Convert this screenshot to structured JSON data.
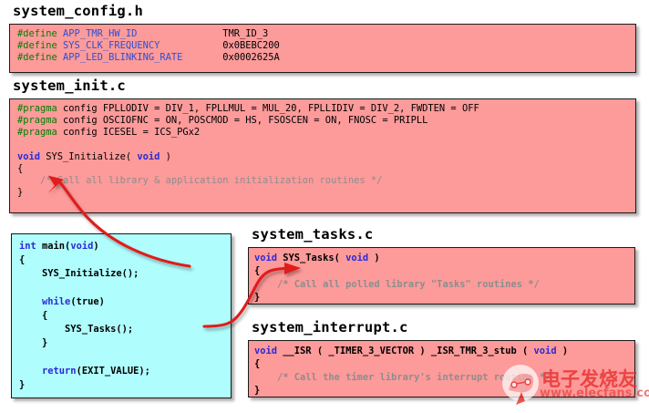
{
  "colors": {
    "pink_block": "#fd9a9a",
    "cyan_block": "#b0fdfd",
    "arrow_red": "#e01b1b",
    "preprocessor_green": "#007f00",
    "identifier_blue": "#2a4fd6",
    "comment_grey": "#8d8d8d",
    "background": "#ffffff"
  },
  "blocks": [
    {
      "id": "system-config-h",
      "heading": "system_config.h",
      "lines": [
        [
          {
            "t": "#define ",
            "c": "pre"
          },
          {
            "t": "APP_TMR_HW_ID",
            "c": "id"
          },
          {
            "t": "               TMR_ID_3",
            "c": "txt"
          }
        ],
        [
          {
            "t": "#define ",
            "c": "pre"
          },
          {
            "t": "SYS_CLK_FREQUENCY",
            "c": "id"
          },
          {
            "t": "           0x0BEBC200",
            "c": "txt"
          }
        ],
        [
          {
            "t": "#define ",
            "c": "pre"
          },
          {
            "t": "APP_LED_BLINKING_RATE",
            "c": "id"
          },
          {
            "t": "       0x0002625A",
            "c": "txt"
          }
        ]
      ]
    },
    {
      "id": "system-init-c",
      "heading": "system_init.c",
      "lines": [
        [
          {
            "t": "#pragma ",
            "c": "pre"
          },
          {
            "t": "config FPLLODIV = DIV_1, FPLLMUL = MUL_20, FPLLIDIV = DIV_2, FWDTEN = OFF",
            "c": "txt"
          }
        ],
        [
          {
            "t": "#pragma ",
            "c": "pre"
          },
          {
            "t": "config OSCIOFNC = ON, POSCMOD = HS, FSOSCEN = ON, FNOSC = PRIPLL",
            "c": "txt"
          }
        ],
        [
          {
            "t": "#pragma ",
            "c": "pre"
          },
          {
            "t": "config ICESEL = ICS_PGx2",
            "c": "txt"
          }
        ],
        [
          {
            "t": "",
            "c": "txt"
          }
        ],
        [
          {
            "t": "void ",
            "c": "kw"
          },
          {
            "t": "SYS_Initialize( ",
            "c": "txt"
          },
          {
            "t": "void",
            "c": "kw"
          },
          {
            "t": " )",
            "c": "txt"
          }
        ],
        [
          {
            "t": "{",
            "c": "txt"
          }
        ],
        [
          {
            "t": "    /* Call all library & application initialization routines */",
            "c": "cmt"
          }
        ],
        [
          {
            "t": "}",
            "c": "txt"
          }
        ]
      ]
    },
    {
      "id": "main-c",
      "heading": "",
      "lines": [
        [
          {
            "t": "int ",
            "c": "kw"
          },
          {
            "t": "main(",
            "c": "txt"
          },
          {
            "t": "void",
            "c": "kw"
          },
          {
            "t": ")",
            "c": "txt"
          }
        ],
        [
          {
            "t": "{",
            "c": "txt"
          }
        ],
        [
          {
            "t": "    SYS_Initialize();",
            "c": "txt"
          }
        ],
        [
          {
            "t": "",
            "c": "txt"
          }
        ],
        [
          {
            "t": "    ",
            "c": "txt"
          },
          {
            "t": "while",
            "c": "kw"
          },
          {
            "t": "(true)",
            "c": "txt"
          }
        ],
        [
          {
            "t": "    {",
            "c": "txt"
          }
        ],
        [
          {
            "t": "        SYS_Tasks();",
            "c": "txt"
          }
        ],
        [
          {
            "t": "    }",
            "c": "txt"
          }
        ],
        [
          {
            "t": "",
            "c": "txt"
          }
        ],
        [
          {
            "t": "    ",
            "c": "txt"
          },
          {
            "t": "return",
            "c": "kw"
          },
          {
            "t": "(EXIT_VALUE);",
            "c": "txt"
          }
        ],
        [
          {
            "t": "}",
            "c": "txt"
          }
        ]
      ]
    },
    {
      "id": "system-tasks-c",
      "heading": "system_tasks.c",
      "lines": [
        [
          {
            "t": "void ",
            "c": "kw"
          },
          {
            "t": "SYS_Tasks( ",
            "c": "txt"
          },
          {
            "t": "void",
            "c": "kw"
          },
          {
            "t": " )",
            "c": "txt"
          }
        ],
        [
          {
            "t": "{",
            "c": "txt"
          }
        ],
        [
          {
            "t": "    /* Call all polled library \"Tasks\" routines */",
            "c": "cmt"
          }
        ],
        [
          {
            "t": "}",
            "c": "txt"
          }
        ]
      ]
    },
    {
      "id": "system-interrupt-c",
      "heading": "system_interrupt.c",
      "lines": [
        [
          {
            "t": "void ",
            "c": "kw"
          },
          {
            "t": "__ISR ( _TIMER_3_VECTOR ) _ISR_TMR_3_stub ( ",
            "c": "txt"
          },
          {
            "t": "void",
            "c": "kw"
          },
          {
            "t": " )",
            "c": "txt"
          }
        ],
        [
          {
            "t": "{",
            "c": "txt"
          }
        ],
        [
          {
            "t": "    /* Call the timer library's interrupt routine */",
            "c": "cmt"
          }
        ],
        [
          {
            "t": "}",
            "c": "txt"
          }
        ]
      ]
    }
  ],
  "arrows": [
    {
      "name": "initialize-call-arrow",
      "from": "main.SYS_Initialize()",
      "to": "system_init.c SYS_Initialize body"
    },
    {
      "name": "tasks-call-arrow",
      "from": "main.SYS_Tasks()",
      "to": "system_tasks.c SYS_Tasks body"
    }
  ],
  "watermark": {
    "chinese": "电子发烧友",
    "url": "www.elecfans.com"
  }
}
